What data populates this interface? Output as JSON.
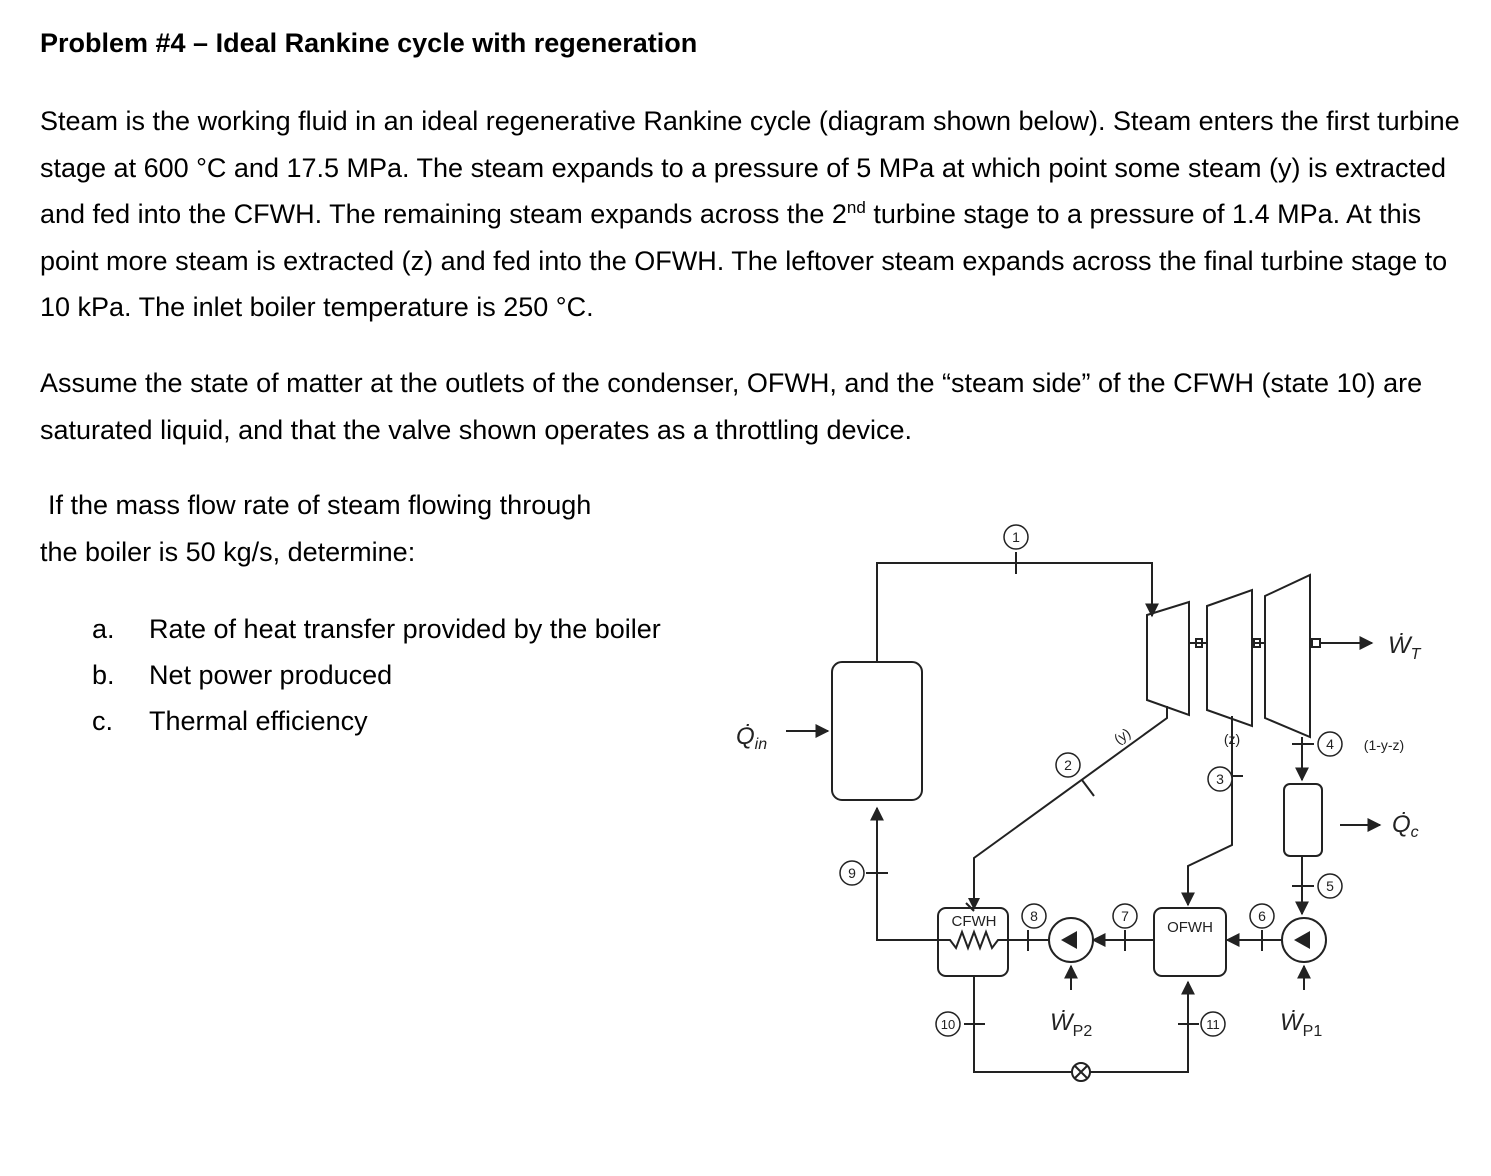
{
  "title": "Problem #4 – Ideal Rankine cycle with regeneration",
  "p1": {
    "a": "Steam is the working fluid in an ideal regenerative Rankine cycle (diagram shown below). Steam enters the first turbine stage at 600 °C and 17.5 MPa. The steam expands to a pressure of 5 MPa at which point some steam (y) is extracted and fed into the CFWH. The remaining steam expands across the 2",
    "sup": "nd",
    "b": " turbine stage to a pressure of 1.4 MPa. At this point more steam is extracted (z) and fed into the OFWH. The leftover steam expands across the final turbine stage to 10 kPa.  The inlet boiler temperature is 250 °C."
  },
  "p2": "Assume the state of matter at the outlets of the condenser, OFWH, and the “steam side” of the CFWH (state 10) are saturated liquid, and that the valve shown operates as a throttling device.",
  "p3": {
    "line1": "If the mass flow rate of steam flowing through",
    "line2": "the boiler is 50 kg/s, determine:"
  },
  "items": [
    {
      "marker": "a.",
      "text": "Rate of heat transfer provided by the boiler"
    },
    {
      "marker": "b.",
      "text": "Net power produced"
    },
    {
      "marker": "c.",
      "text": "Thermal efficiency"
    }
  ],
  "diagram": {
    "q_in": "Q̇",
    "q_in_sub": "in",
    "w_t": "Ẇ",
    "w_t_sub": "T",
    "q_c": "Q̇",
    "q_c_sub": "c",
    "w_p1": "Ẇ",
    "w_p1_sub": "P1",
    "w_p2": "Ẇ",
    "w_p2_sub": "P2",
    "y_label": "(y)",
    "z_label": "(z)",
    "frac_label": "(1-y-z)",
    "cfwh": "CFWH",
    "ofwh": "OFWH",
    "states": [
      "1",
      "2",
      "3",
      "4",
      "5",
      "6",
      "7",
      "8",
      "9",
      "10",
      "11"
    ]
  }
}
